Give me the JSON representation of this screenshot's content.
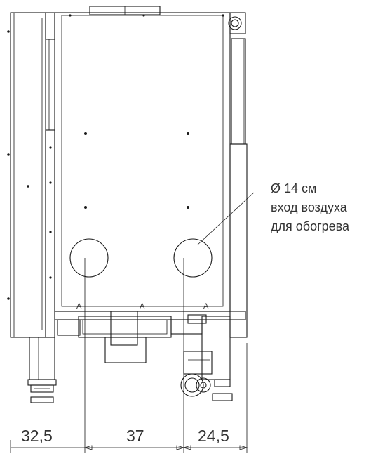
{
  "annotation": {
    "line1": "Ø 14 см",
    "line2": "вход воздуха",
    "line3": "для обогрева"
  },
  "dimensions": {
    "left": "32,5",
    "center": "37",
    "right": "24,5"
  },
  "feet_mark": "A"
}
